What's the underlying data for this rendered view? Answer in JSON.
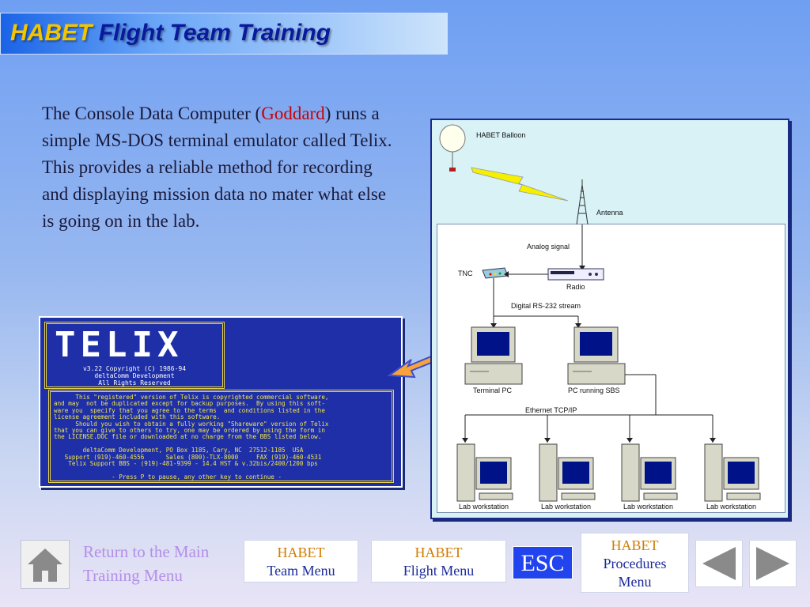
{
  "header": {
    "title_part1": "HABET",
    "title_part2": "Flight Team Training",
    "accent_color": "#f3c500",
    "title_color": "#0a1a9c"
  },
  "description": {
    "line_before": "The Console Data Computer (",
    "highlight": "Goddard",
    "line_after": ") runs a simple MS-DOS terminal emulator called Telix.  This provides a reliable method for recording and displaying mission data no mater what else is going on in the lab.",
    "highlight_color": "#cc0000"
  },
  "telix_screen": {
    "logo": "TELIX",
    "version": "v3.22 Copyright (C) 1986-94",
    "company": "deltaComm Development",
    "rights": "All Rights Reserved",
    "message": "      This \"registered\" version of Telix is copyrighted commercial software,\nand may  not be duplicated except for backup purposes.  By using this soft-\nware you  specify that you agree to the terms  and conditions listed in the\nlicense agreement included with this software.\n      Should you wish to obtain a fully working \"Shareware\" version of Telix\nthat you can give to others to try, one may be ordered by using the form in\nthe LICENSE.DOC file or downloaded at no charge from the BBS listed below.\n\n        deltaComm Development, PO Box 1185, Cary, NC  27512-1185  USA\n   Support (919)-460-4556      Sales (800)-TLX-8000     FAX (919)-460-4531\n    Telix Support BBS - (919)-481-9399 - 14.4 HST & v.32bis/2400/1200 bps\n\n                - Press P to pause, any other key to continue -"
  },
  "diagram": {
    "balloon_label": "HABET Balloon",
    "antenna_label": "Antenna",
    "analog_label": "Analog signal",
    "tnc_label": "TNC",
    "radio_label": "Radio",
    "rs232_label": "Digital RS-232 stream",
    "terminal_pc_label": "Terminal PC",
    "sbs_pc_label": "PC running SBS",
    "ethernet_label": "Ethernet TCP/IP",
    "workstations": [
      "Lab workstation",
      "Lab workstation",
      "Lab workstation",
      "Lab workstation"
    ]
  },
  "nav": {
    "home_icon": "home-icon",
    "return_text": "Return to the Main Training Menu",
    "team_menu": {
      "l1": "HABET",
      "l2": "Team Menu"
    },
    "flight_menu": {
      "l1": "HABET",
      "l2": "Flight Menu"
    },
    "esc": "ESC",
    "procedures_menu": {
      "l1": "HABET",
      "l2": "Procedures",
      "l3": "Menu"
    },
    "prev_icon": "triangle-left-icon",
    "next_icon": "triangle-right-icon"
  }
}
